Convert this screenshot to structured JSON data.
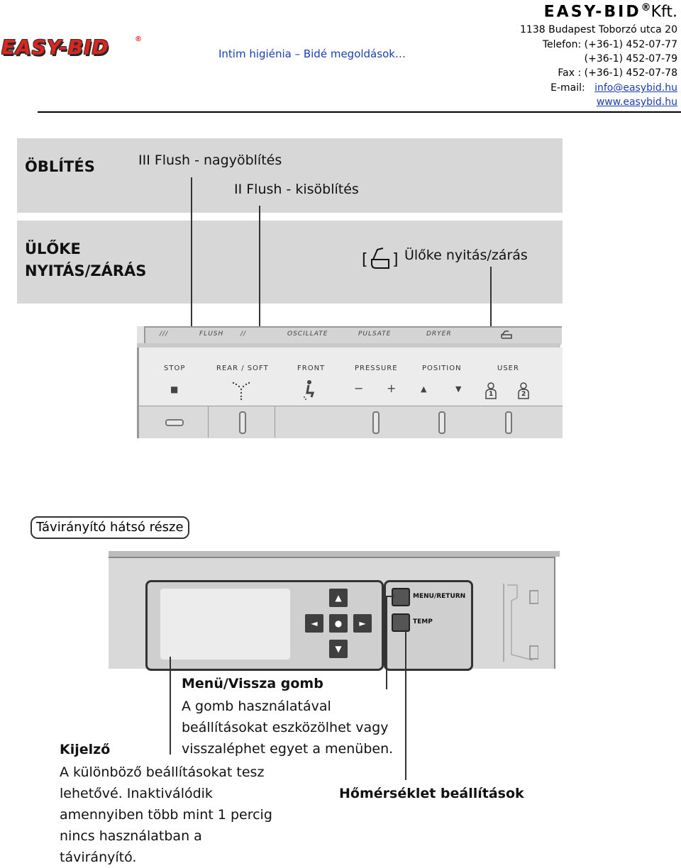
{
  "header": {
    "logo_text": "EASY-BID",
    "logo_reg": "®",
    "tagline": "Intim higiénia – Bidé megoldások…",
    "company": "EASY-BID",
    "company_reg": "®",
    "company_suffix": "Kft.",
    "address": "1138 Budapest Toborzó utca 20",
    "phone_1": "Telefon: (+36-1) 452-07-77",
    "phone_2": "(+36-1) 452-07-79",
    "fax": "Fax : (+36-1) 452-07-78",
    "email_label": "E-mail:",
    "email": "info@easybid.hu",
    "website": "www.easybid.hu"
  },
  "flush_section": {
    "title": "ÖBLÍTÉS",
    "label_large": "III Flush - nagyöblítés",
    "label_small": "II Flush - kisöblítés"
  },
  "seat_section": {
    "title_line1": "ÜLŐKE",
    "title_line2": "NYITÁS/ZÁRÁS",
    "label": "Ülőke nyitás/zárás"
  },
  "panel": {
    "top_labels": [
      "///",
      "FLUSH",
      "//",
      "OSCILLATE",
      "PULSATE",
      "DRYER"
    ],
    "buttons": [
      "STOP",
      "REAR / SOFT",
      "FRONT",
      "PRESSURE",
      "POSITION",
      "USER"
    ],
    "pressure_minus": "−",
    "pressure_plus": "+",
    "position_up": "▲",
    "position_down": "▼",
    "stop_symbol": "■",
    "user_1": "1",
    "user_2": "2"
  },
  "remote_back": {
    "label": "Távirányító hátsó része",
    "menu_button": "MENU/RETURN",
    "temp_button": "TEMP",
    "arrow_up": "▲",
    "arrow_down": "▼",
    "arrow_left": "◄",
    "arrow_right": "►",
    "center": "●"
  },
  "callouts": {
    "menu_title": "Menü/Vissza gomb",
    "menu_text": [
      "A gomb használatával",
      "beállításokat eszközölhet vagy",
      "visszaléphet egyet a menüben."
    ],
    "display_title": "Kijelző",
    "display_text": [
      "A különböző beállításokat tesz",
      "lehetővé. Inaktiválódik",
      "amennyiben több mint 1 percig",
      "nincs használatban a",
      "távirányító."
    ],
    "temp_title": "Hőmérséklet beállítások"
  }
}
